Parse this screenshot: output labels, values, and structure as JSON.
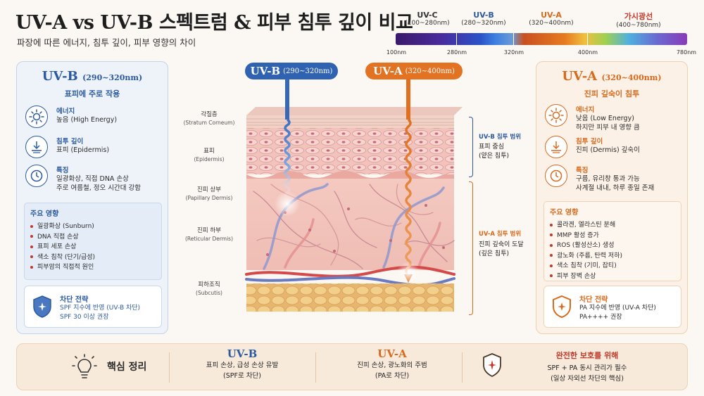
{
  "header": {
    "title": "UV-A vs UV-B 스펙트럼 & 피부 침투 깊이 비교",
    "subtitle": "파장에 따른 에너지, 침투 깊이, 피부 영향의 차이"
  },
  "spectrum": {
    "bands": [
      {
        "name": "UV-C",
        "range": "(100~280nm)",
        "color": "#333333"
      },
      {
        "name": "UV-B",
        "range": "(280~320nm)",
        "color": "#2c5aa0"
      },
      {
        "name": "UV-A",
        "range": "(320~400nm)",
        "color": "#d86a1e"
      },
      {
        "name": "가시광선",
        "range": "(400~780nm)",
        "color": "#c0392b"
      }
    ],
    "ticks": [
      "100nm",
      "280nm",
      "320nm",
      "400nm",
      "780nm"
    ]
  },
  "uvb": {
    "title": "UV-B",
    "range": "(290~320nm)",
    "subtitle": "표피에 주로 작용",
    "pill_title": "UV-B",
    "pill_range": "(290~320nm)",
    "energy_label": "에너지",
    "energy_value": "높음 (High Energy)",
    "depth_label": "침투 깊이",
    "depth_value": "표피 (Epidermis)",
    "feature_label": "특징",
    "feature_line1": "일광화상, 직접 DNA 손상",
    "feature_line2": "주로 여름철, 정오 시간대 강함",
    "effects_title": "주요 영향",
    "effects": [
      "일광화상 (Sunburn)",
      "DNA 직접 손상",
      "표피 세포 손상",
      "색소 침착 (단기/급성)",
      "피부암의 직접적 원인"
    ],
    "strategy_title": "차단 전략",
    "strategy_line1": "SPF 지수에 반영 (UV-B 차단)",
    "strategy_line2": "SPF 30 이상 권장",
    "range_title": "UV-B 침투 범위",
    "range_line1": "표피 중심",
    "range_line2": "(얕은 침투)"
  },
  "uva": {
    "title": "UV-A",
    "range": "(320~400nm)",
    "subtitle": "진피 깊숙이 침투",
    "pill_title": "UV-A",
    "pill_range": "(320~400nm)",
    "energy_label": "에너지",
    "energy_line1": "낮음 (Low Energy)",
    "energy_line2": "하지만 피부 내 영향 큼",
    "depth_label": "침투 깊이",
    "depth_value": "진피 (Dermis) 깊숙이",
    "feature_label": "특징",
    "feature_line1": "구름, 유리창 통과 가능",
    "feature_line2": "사계절 내내, 하루 종일 존재",
    "effects_title": "주요 영향",
    "effects": [
      "콜라겐, 엘라스틴 분해",
      "MMP 활성 증가",
      "ROS (활성산소) 생성",
      "광노화 (주름, 탄력 저하)",
      "색소 침착 (기미, 잡티)",
      "피부 장벽 손상"
    ],
    "strategy_title": "차단 전략",
    "strategy_line1": "PA 지수에 반영 (UV-A 차단)",
    "strategy_line2": "PA++++ 권장",
    "range_title": "UV-A 침투 범위",
    "range_line1": "진피 깊숙이 도달",
    "range_line2": "(깊은 침투)"
  },
  "layers": [
    {
      "ko": "각질층",
      "en": "(Stratum Corneum)"
    },
    {
      "ko": "표피",
      "en": "(Epidermis)"
    },
    {
      "ko": "진피 상부",
      "en": "(Papillary Dermis)"
    },
    {
      "ko": "진피 하부",
      "en": "(Reticular Dermis)"
    },
    {
      "ko": "피하조직",
      "en": "(Subcutis)"
    }
  ],
  "summary": {
    "title": "핵심 정리",
    "uvb_head": "UV-B",
    "uvb_line1": "표피 손상, 급성 손상 유발",
    "uvb_line2": "(SPF로 차단)",
    "uva_head": "UV-A",
    "uva_line1": "진피 손상, 광노화의 주범",
    "uva_line2": "(PA로 차단)",
    "protect_head": "완전한 보호를 위해",
    "protect_line1": "SPF + PA 동시 관리가 필수",
    "protect_line2": "(일상 자외선 차단의 핵심)"
  },
  "colors": {
    "uvb": "#2c5aa0",
    "uva": "#d86a1e",
    "protect": "#c0392b"
  }
}
